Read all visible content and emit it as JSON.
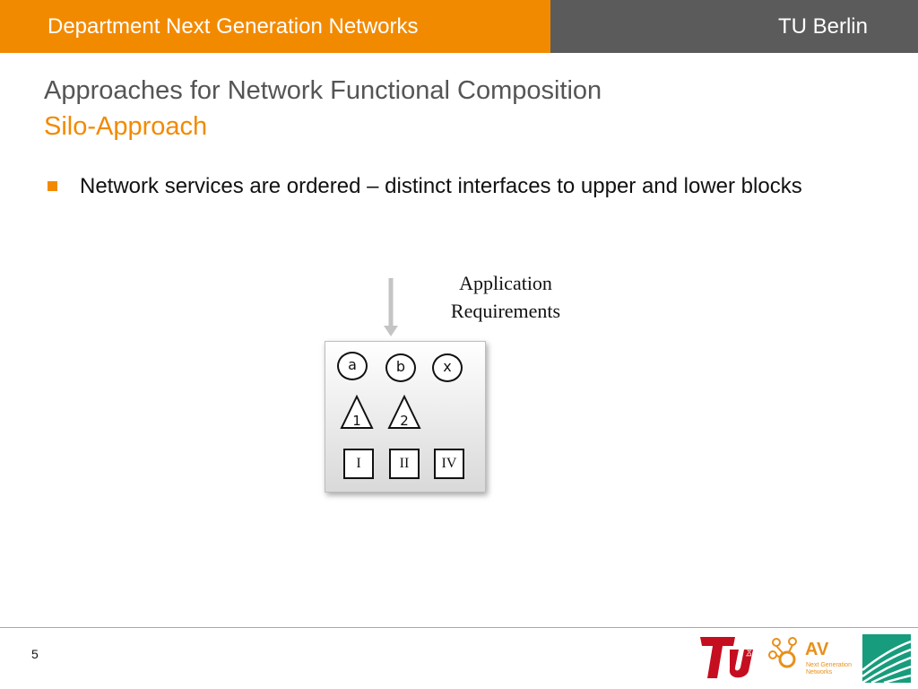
{
  "header": {
    "department": "Department Next Generation Networks",
    "university": "TU Berlin"
  },
  "slide": {
    "title": "Approaches for Network Functional Composition",
    "subtitle": "Silo-Approach",
    "bullets": [
      "Network services are ordered – distinct interfaces to upper and lower blocks"
    ]
  },
  "diagram": {
    "requirements_label": [
      "Application",
      "Requirements"
    ],
    "circles": [
      "a",
      "b",
      "x"
    ],
    "triangles": [
      "1",
      "2"
    ],
    "squares": [
      "I",
      "II",
      "IV"
    ]
  },
  "footer": {
    "page_number": "5",
    "logo_tu_text": "berlin",
    "logo_av_text": "AV",
    "logo_av_subtext": [
      "Next Generation",
      "Networks"
    ]
  },
  "colors": {
    "accent": "#f28a00",
    "header_right": "#5b5b5b",
    "title": "#555555"
  },
  "icons": [
    "square-bullet-icon",
    "down-arrow-icon",
    "tu-berlin-logo-icon",
    "av-logo-icon",
    "fraunhofer-logo-icon"
  ]
}
